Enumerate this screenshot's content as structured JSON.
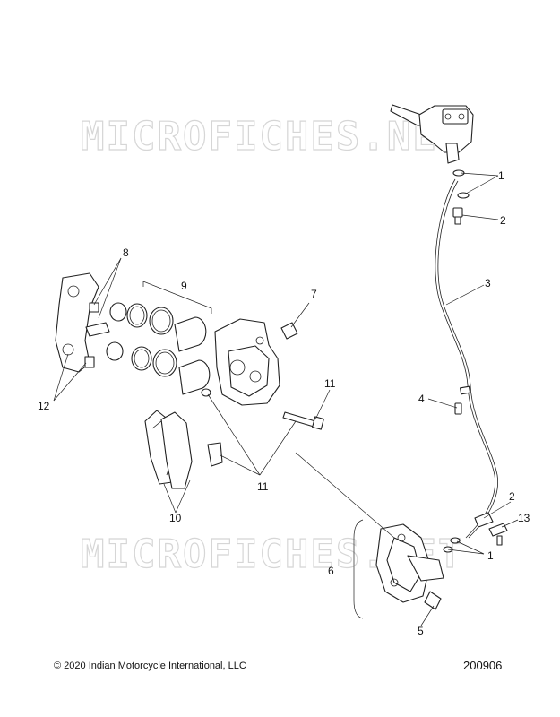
{
  "watermark": "MICROFICHES.NET",
  "callouts": {
    "c1a": "1",
    "c1b": "1",
    "c2a": "2",
    "c2b": "2",
    "c3": "3",
    "c4": "4",
    "c5": "5",
    "c6": "6",
    "c7": "7",
    "c8": "8",
    "c9": "9",
    "c10": "10",
    "c11a": "11",
    "c11b": "11",
    "c12": "12",
    "c13": "13"
  },
  "footer": {
    "copyright": "© 2020 Indian Motorcycle International, LLC",
    "diagram_number": "200906"
  }
}
